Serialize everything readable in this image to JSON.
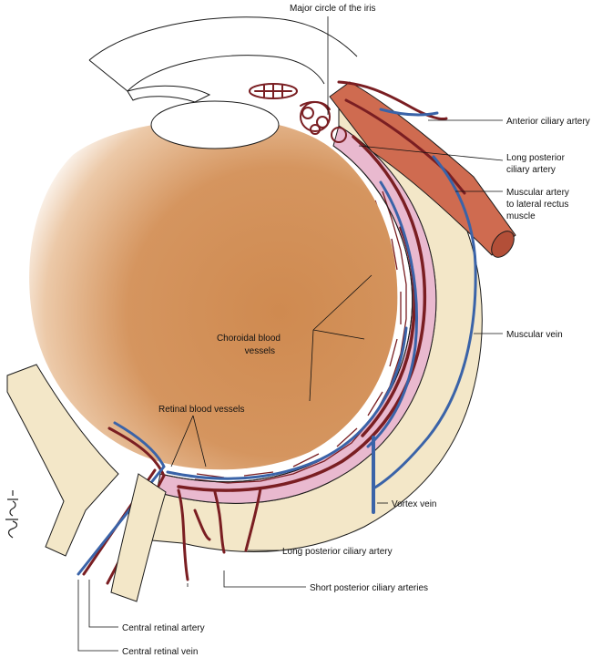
{
  "colors": {
    "vitreous": "#d18f57",
    "sclera": "#f3e7c8",
    "choroid": "#e9b9cf",
    "artery": "#7a1e22",
    "vein": "#3a63a8",
    "muscle": "#cf6b50",
    "outline": "#1a1a1a"
  },
  "labels": {
    "major_circle_iris": "Major circle of the iris",
    "anterior_ciliary_artery": "Anterior ciliary artery",
    "long_posterior_ciliary_artery_top_1": "Long posterior",
    "long_posterior_ciliary_artery_top_2": "ciliary artery",
    "muscular_artery_1": "Muscular artery",
    "muscular_artery_2": "to lateral rectus",
    "muscular_artery_3": "muscle",
    "choroidal_vessels_1": "Choroidal blood",
    "choroidal_vessels_2": "vessels",
    "muscular_vein": "Muscular vein",
    "retinal_vessels": "Retinal blood vessels",
    "vortex_vein": "Vortex vein",
    "long_posterior_ciliary_artery_bottom": "Long posterior ciliary artery",
    "short_posterior_ciliary_arteries": "Short posterior ciliary arteries",
    "central_retinal_artery": "Central retinal artery",
    "central_retinal_vein": "Central retinal vein"
  },
  "signature": "Hamelsky"
}
